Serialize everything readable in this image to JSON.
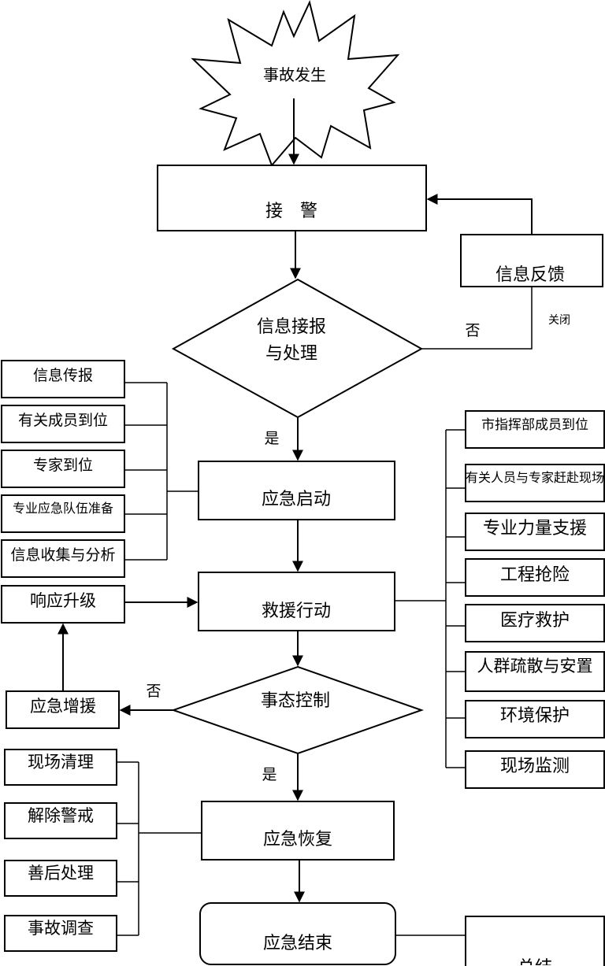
{
  "start": "事故发生",
  "receive": "接　警",
  "feedback": "信息反馈",
  "close_label": "关闭",
  "decision1": [
    "信息接报",
    "与处理"
  ],
  "no1": "否",
  "yes1": "是",
  "left_items": [
    "信息传报",
    "有关成员到位",
    "专家到位",
    "专业应急队伍准备",
    "信息收集与分析"
  ],
  "start_response": "应急启动",
  "escalate": "响应升级",
  "rescue": "救援行动",
  "right_items": [
    "市指挥部成员到位",
    "有关人员与专家赶赴现场",
    "专业力量支援",
    "工程抢险",
    "医疗救护",
    "人群疏散与安置",
    "环境保护",
    "现场监测"
  ],
  "decision2": "事态控制",
  "no2": "否",
  "reinforce": "应急增援",
  "yes2": "是",
  "recovery": "应急恢复",
  "bottom_left_items": [
    "现场清理",
    "解除警戒",
    "善后处理",
    "事故调查"
  ],
  "end": "应急结束",
  "summary": "总结"
}
